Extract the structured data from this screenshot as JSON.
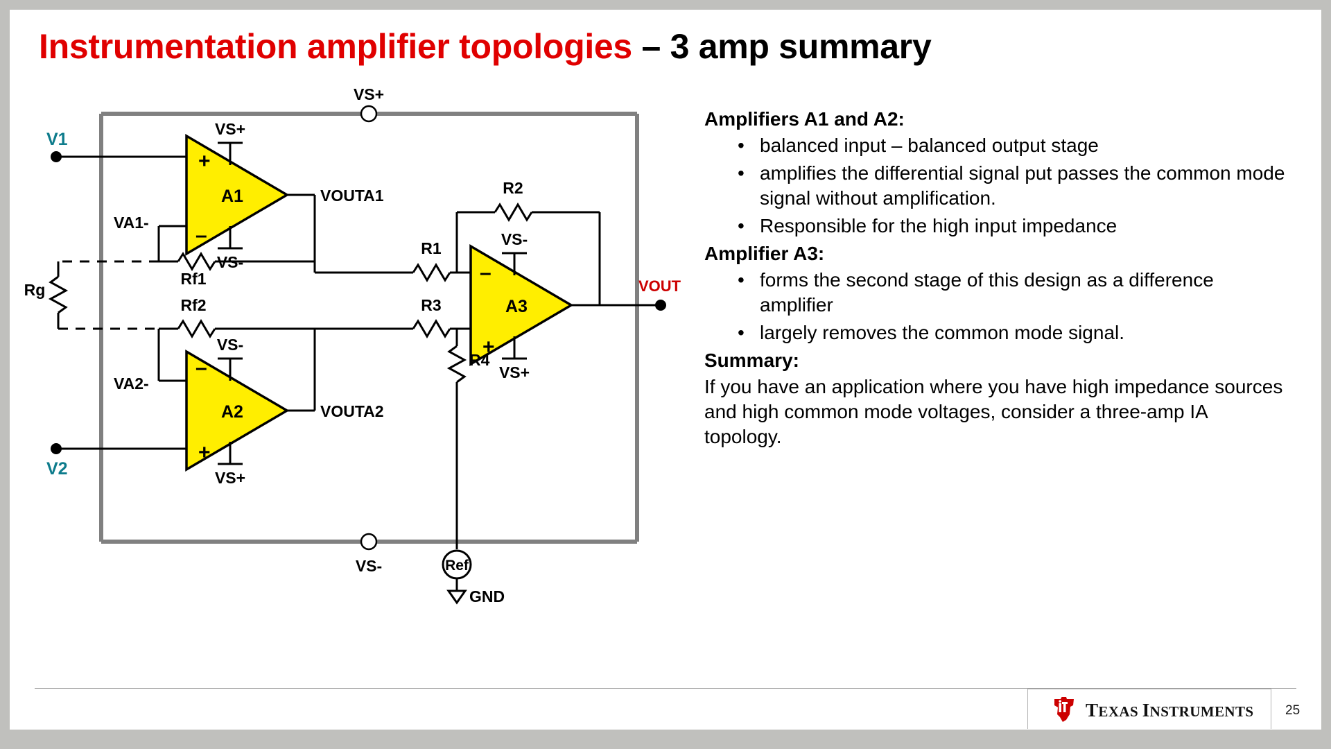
{
  "title": {
    "red_part": "Instrumentation amplifier topologies ",
    "black_part": "– 3 amp summary"
  },
  "body": {
    "section_1_heading": "Amplifiers A1 and A2:",
    "section_1_bullets": [
      "balanced input – balanced output stage",
      "amplifies the differential signal put passes the common mode signal without amplification.",
      "Responsible for the high input impedance"
    ],
    "section_2_heading": "Amplifier A3:",
    "section_2_bullets": [
      "forms the second stage of this design as a difference amplifier",
      "largely removes the common mode signal."
    ],
    "section_3_heading": "Summary:",
    "section_3_paragraph": "If you have an application where you have high impedance sources and high common mode voltages, consider a three-amp IA topology.",
    "bullet_glyph": "•"
  },
  "footer": {
    "brand_line1": "T",
    "brand_line2": "EXAS ",
    "brand_line3": "I",
    "brand_line4": "NSTRUMENTS",
    "page_number": "25"
  },
  "circuit": {
    "title": "Three op-amp instrumentation amplifier schematic",
    "labels": {
      "v1": "V1",
      "v2": "V2",
      "vout": "VOUT",
      "rail_top": "VS+",
      "rail_bottom": "VS-",
      "a1": "A1",
      "a2": "A2",
      "a3": "A3",
      "a1_vpos": "VS+",
      "a1_vneg": "VS-",
      "a2_vpos": "VS+",
      "a2_vneg": "VS-",
      "a3_vpos": "VS+",
      "a3_vneg": "VS-",
      "vouta1": "VOUTA1",
      "vouta2": "VOUTA2",
      "va1": "VA1-",
      "va2": "VA2-",
      "rg": "Rg",
      "rf1": "Rf1",
      "rf2": "Rf2",
      "r1": "R1",
      "r2": "R2",
      "r3": "R3",
      "r4": "R4",
      "ref": "Ref",
      "gnd": "GND",
      "plus": "+",
      "minus": "–"
    },
    "colors": {
      "opamp_fill": "#ffee00",
      "rail": "#808080",
      "wire": "#000000",
      "v_label": "#0e7c8c",
      "vout_label": "#cc0000"
    }
  }
}
